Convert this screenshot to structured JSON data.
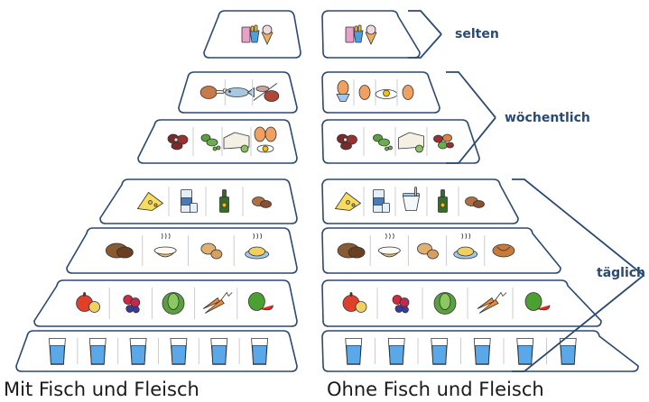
{
  "labels": {
    "left_caption": "Mit Fisch und Fleisch",
    "right_caption": "Ohne Fisch und Fleisch",
    "frequency": {
      "rarely": "selten",
      "weekly": "wöchentlich",
      "daily": "täglich"
    }
  },
  "colors": {
    "frame": "#2a4a72",
    "band_fill": "#ffffff",
    "bracket": "#2a4a72"
  },
  "pyramids": [
    {
      "name": "with-meat",
      "tiers": [
        {
          "level": "rarely",
          "items": [
            "snacks-sweets-icon"
          ]
        },
        {
          "level": "weekly",
          "items": [
            "poultry-icon",
            "fish-icon",
            "meat-sausage-icon"
          ]
        },
        {
          "level": "weekly",
          "items": [
            "legumes-icon",
            "peas-icon",
            "tofu-icon",
            "eggs-icon"
          ]
        },
        {
          "level": "daily",
          "items": [
            "cheese-icon",
            "milk-icon",
            "oil-icon",
            "nuts-icon"
          ]
        },
        {
          "level": "daily",
          "items": [
            "bread-icon",
            "rice-icon",
            "potato-icon",
            "pasta-icon"
          ]
        },
        {
          "level": "daily",
          "items": [
            "fruit-icon",
            "berries-icon",
            "lettuce-icon",
            "carrots-icon",
            "pepper-icon"
          ]
        },
        {
          "level": "daily",
          "items": [
            "water-glass-icon",
            "water-glass-icon",
            "water-glass-icon",
            "water-glass-icon",
            "water-glass-icon",
            "water-glass-icon"
          ]
        }
      ]
    },
    {
      "name": "without-meat",
      "tiers": [
        {
          "level": "rarely",
          "items": [
            "snacks-sweets-icon"
          ]
        },
        {
          "level": "weekly",
          "items": [
            "egg-cup-icon",
            "egg-icon",
            "fried-egg-icon",
            "egg-icon"
          ]
        },
        {
          "level": "weekly",
          "items": [
            "legumes-icon",
            "peas-icon",
            "tofu-icon",
            "bean-mix-icon"
          ]
        },
        {
          "level": "daily",
          "items": [
            "cheese-icon",
            "milk-icon",
            "yogurt-icon",
            "oil-icon",
            "nuts-icon"
          ]
        },
        {
          "level": "daily",
          "items": [
            "bread-icon",
            "rice-icon",
            "potato-icon",
            "pasta-icon",
            "pastry-icon"
          ]
        },
        {
          "level": "daily",
          "items": [
            "fruit-icon",
            "berries-icon",
            "lettuce-icon",
            "carrots-icon",
            "pepper-icon"
          ]
        },
        {
          "level": "daily",
          "items": [
            "water-glass-icon",
            "water-glass-icon",
            "water-glass-icon",
            "water-glass-icon",
            "water-glass-icon",
            "water-glass-icon"
          ]
        }
      ]
    }
  ]
}
